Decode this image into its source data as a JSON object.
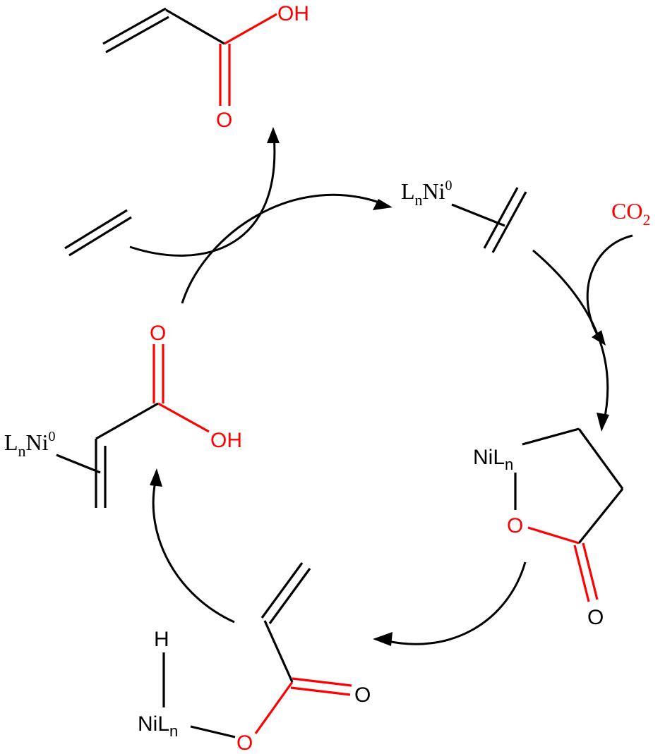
{
  "colors": {
    "black": "#000000",
    "red": "#ff0000"
  },
  "acrylic_acid_top": {
    "oh": "OH",
    "o": "O"
  },
  "ni_ethylene_complex": {
    "l": "L",
    "n": "n",
    "ni": "Ni",
    "zero": "0"
  },
  "co2": {
    "co": "CO",
    "two": "2"
  },
  "nickelalactone": {
    "ni": "Ni",
    "l": "L",
    "n": "n",
    "o_ring": "O",
    "o_carbonyl": "O"
  },
  "hydride_acrylate": {
    "h": "H",
    "ni": "Ni",
    "l": "L",
    "n": "n",
    "o_carbonyl": "O",
    "o_ring": "O"
  },
  "ni_acrylic_acid_complex": {
    "l": "L",
    "n": "n",
    "ni": "Ni",
    "zero": "0",
    "o": "O",
    "oh": "OH"
  }
}
